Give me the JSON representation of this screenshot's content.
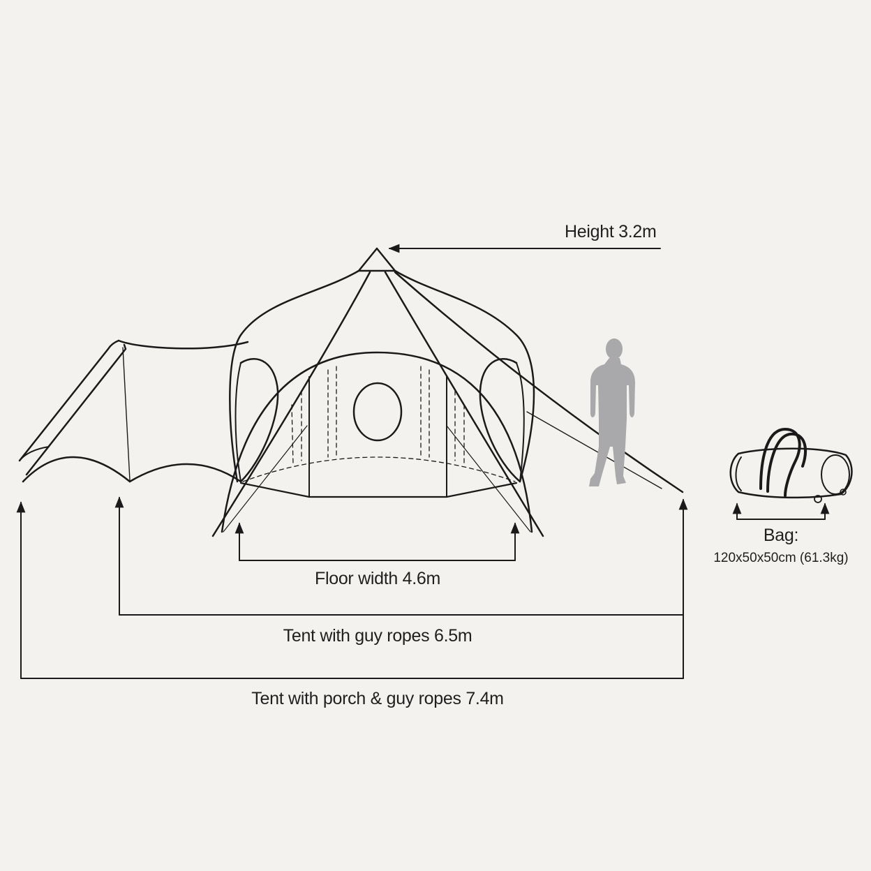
{
  "labels": {
    "height": "Height 3.2m",
    "floor_width": "Floor width 4.6m",
    "guy_ropes": "Tent with guy ropes 6.5m",
    "porch_guy_ropes": "Tent with porch & guy ropes 7.4m",
    "bag_title": "Bag:",
    "bag_dims": "120x50x50cm (61.3kg)"
  },
  "colors": {
    "background": "#f3f2ee",
    "line": "#1a1a1a",
    "person": "#a9a9ab"
  }
}
